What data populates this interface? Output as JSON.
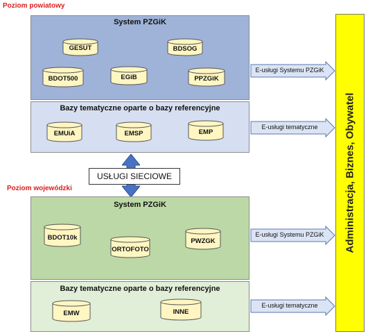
{
  "level_powiat": "Poziom powiatowy",
  "level_woj": "Poziom wojewódzki",
  "top": {
    "system": {
      "title": "System PZGiK",
      "dbs": [
        "GESUT",
        "BDSOG",
        "BDOT500",
        "EGiB",
        "PPZGiK"
      ]
    },
    "thematic": {
      "title": "Bazy tematyczne oparte  o bazy referencyjne",
      "dbs": [
        "EMUiA",
        "EMSP",
        "EMP"
      ]
    }
  },
  "services": "USŁUGI SIECIOWE",
  "bottom": {
    "system": {
      "title": "System PZGiK",
      "dbs": [
        "BDOT10k",
        "ORTOFOTO",
        "PWZGK"
      ]
    },
    "thematic": {
      "title": "Bazy tematyczne oparte  o bazy referencyjne",
      "dbs": [
        "EMW",
        "INNE"
      ]
    }
  },
  "arrows": [
    "E-usługi Systemu PZGiK",
    "E-usługi tematyczne",
    "E-usługi Systemu PZGiK",
    "E-usługi tematyczne"
  ],
  "recipients": "Administracja,   Biznes,   Obywatel",
  "colors": {
    "blue_panel": "#9fb3d8",
    "blue_light": "#d6dff1",
    "green_panel": "#bcd8a6",
    "green_light": "#e1eed8",
    "cylinder": "#fff6c2",
    "arrow_fill": "#dbe4f4",
    "arrow_stroke": "#5a76b0",
    "bar": "#ffff00",
    "level_label": "#d81e1e"
  }
}
